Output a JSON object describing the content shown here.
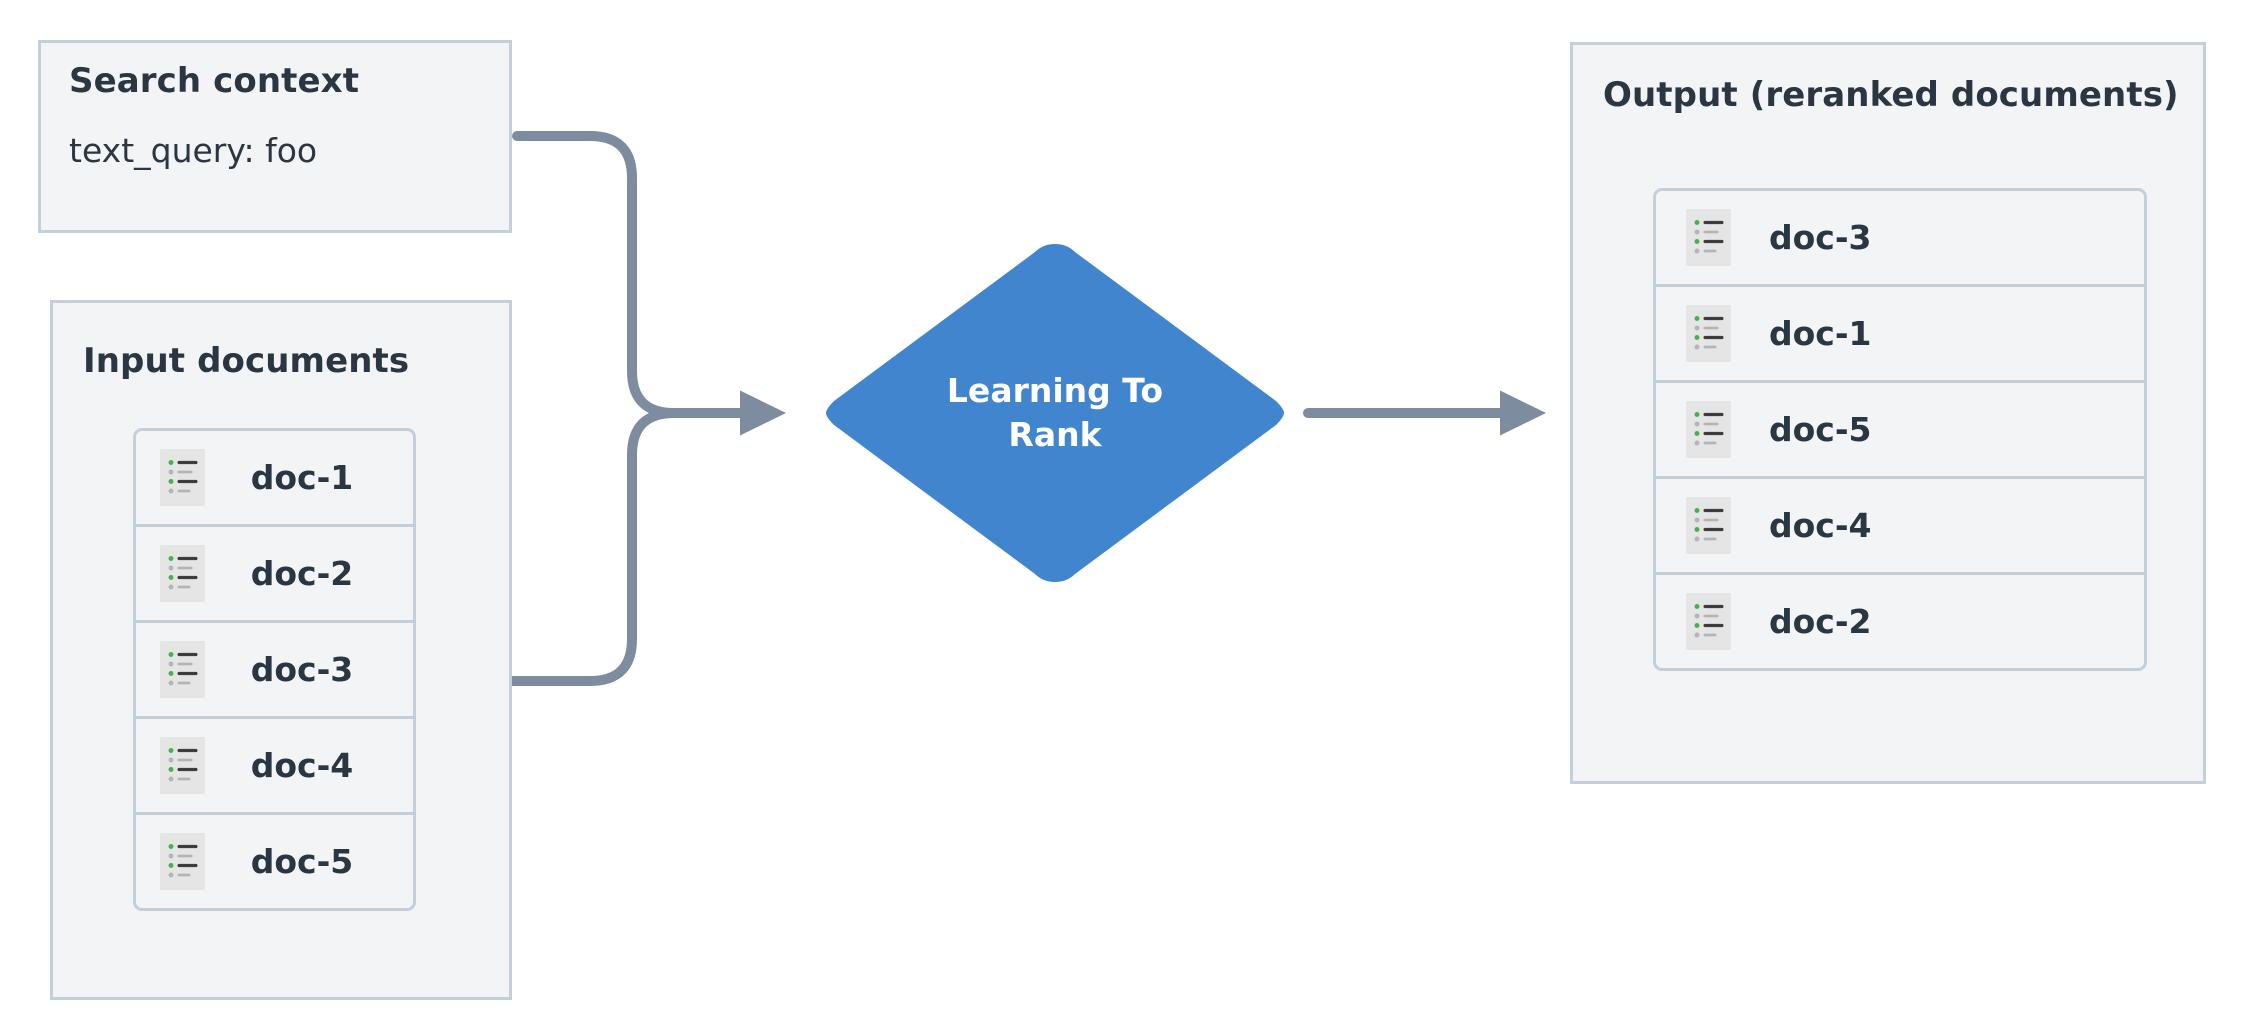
{
  "diagram": {
    "title": "Learning To Rank reranking flow",
    "background_color": "#ffffff",
    "panel_fill": "#f2f4f6",
    "panel_border": "#c3cfda",
    "accent_color": "#4285cf",
    "connector_color": "#7d8c9e",
    "text_color": "#2b3643",
    "icon_fill": "#e5e5e5",
    "icon_bullet_active": "#4caf50",
    "icon_bullet_muted": "#b5b5b5"
  },
  "search_context": {
    "title": "Search context",
    "query_line": "text_query: foo"
  },
  "input_documents": {
    "title": "Input documents",
    "items": [
      {
        "label": "doc-1",
        "icon": "document-list-icon"
      },
      {
        "label": "doc-2",
        "icon": "document-list-icon"
      },
      {
        "label": "doc-3",
        "icon": "document-list-icon"
      },
      {
        "label": "doc-4",
        "icon": "document-list-icon"
      },
      {
        "label": "doc-5",
        "icon": "document-list-icon"
      }
    ]
  },
  "process": {
    "label_line_1": "Learning To",
    "label_line_2": "Rank",
    "shape": "diamond"
  },
  "output_documents": {
    "title": "Output (reranked documents)",
    "items": [
      {
        "label": "doc-3",
        "icon": "document-list-icon"
      },
      {
        "label": "doc-1",
        "icon": "document-list-icon"
      },
      {
        "label": "doc-5",
        "icon": "document-list-icon"
      },
      {
        "label": "doc-4",
        "icon": "document-list-icon"
      },
      {
        "label": "doc-2",
        "icon": "document-list-icon"
      }
    ]
  },
  "connectors": [
    {
      "name": "search-context-to-process",
      "from": "search_context",
      "to": "process",
      "arrow": true
    },
    {
      "name": "input-documents-to-process",
      "from": "input_documents",
      "to": "process",
      "arrow": true
    },
    {
      "name": "process-to-output",
      "from": "process",
      "to": "output_documents",
      "arrow": true
    }
  ]
}
